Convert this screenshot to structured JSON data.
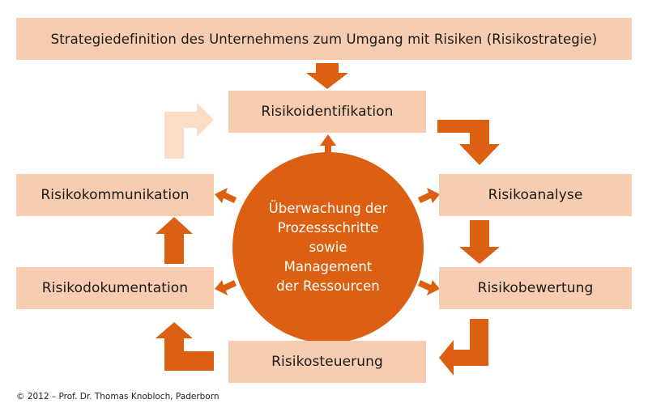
{
  "diagram": {
    "top": "Strategiedefinition des Unternehmens zum Umgang mit Risiken (Risikostrategie)",
    "steps": {
      "ident": "Risikoidentifikation",
      "analyse": "Risikoanalyse",
      "bewertung": "Risikobewertung",
      "steuerung": "Risikosteuerung",
      "dokumentation": "Risikodokumentation",
      "kommunikation": "Risikokommunikation"
    },
    "center_lines": [
      "Überwachung der",
      "Prozessschritte",
      "sowie",
      "Management",
      "der Ressourcen"
    ],
    "copyright": "© 2012 – Prof. Dr. Thomas Knobloch, Paderborn"
  },
  "colors": {
    "box": "#f8ccb0",
    "accent": "#dc5f12",
    "light_arrow": "#fbdcc6"
  }
}
